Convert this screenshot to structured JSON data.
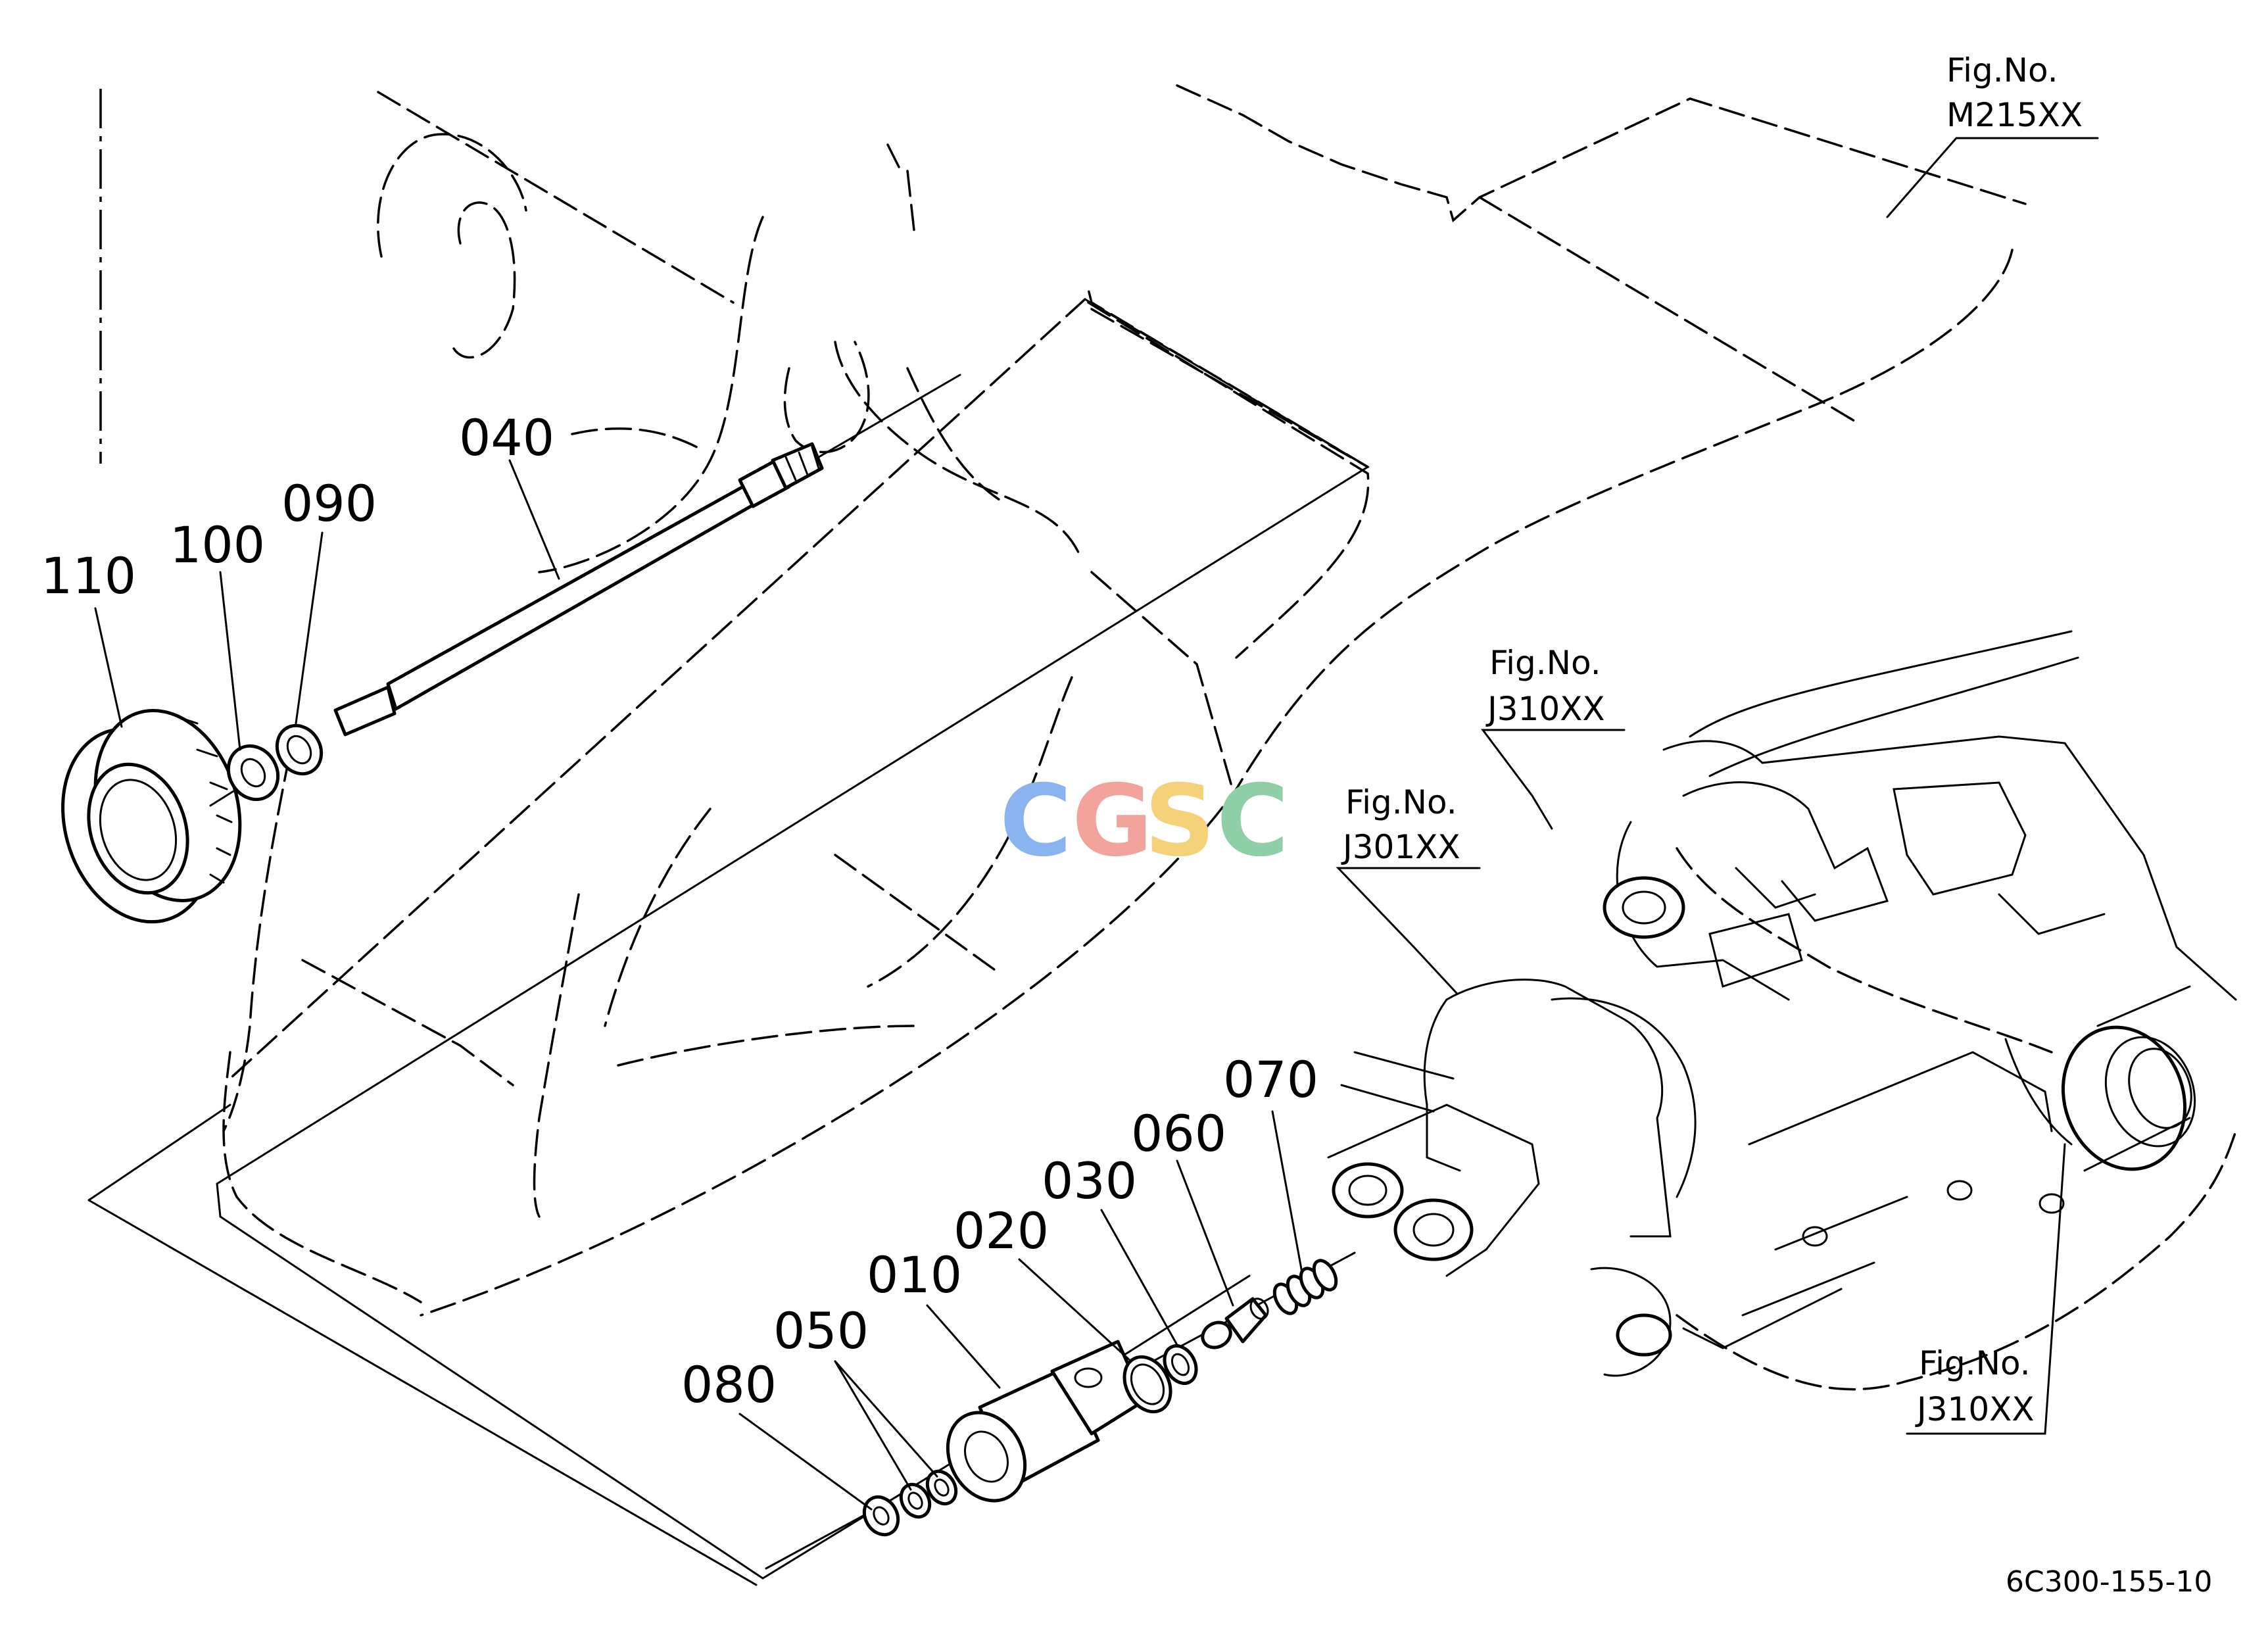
{
  "part_labels": {
    "p010": "010",
    "p020": "020",
    "p030": "030",
    "p040": "040",
    "p050": "050",
    "p060": "060",
    "p070": "070",
    "p080": "080",
    "p090": "090",
    "p100": "100",
    "p110": "110"
  },
  "figure_refs": {
    "m215": {
      "title": "Fig.No.",
      "code": "M215XX"
    },
    "j310_upper": {
      "title": "Fig.No.",
      "code": "J310XX"
    },
    "j301": {
      "title": "Fig.No.",
      "code": "J301XX"
    },
    "j310_lower": {
      "title": "Fig.No.",
      "code": "J310XX"
    }
  },
  "watermark": {
    "letters": [
      "C",
      "G",
      "S",
      "C"
    ],
    "colors": [
      "#8ab4f0",
      "#f2a49c",
      "#f5d27a",
      "#8fcfa8"
    ]
  },
  "diagram_code": "6C300-155-10"
}
